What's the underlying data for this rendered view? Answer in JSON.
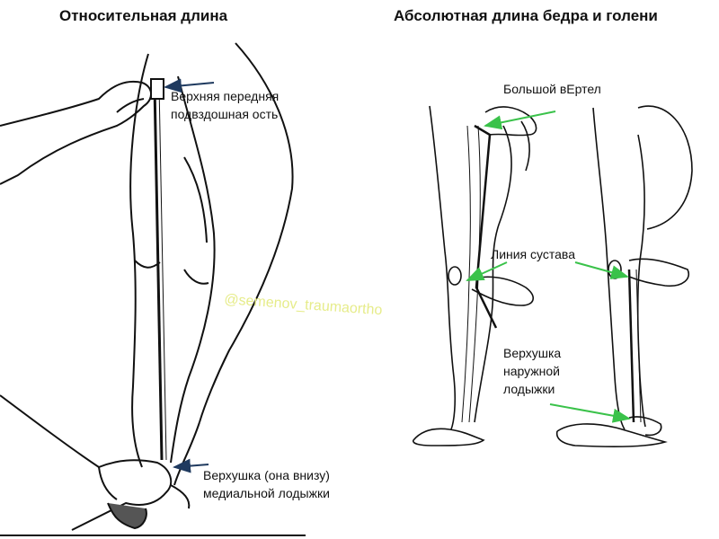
{
  "titles": {
    "left": "Относительная длина",
    "right": "Абсолютная длина бедра и голени"
  },
  "labels": {
    "asis_line1": "Верхняя передняя",
    "asis_line2": "подвздошная ость",
    "medial_malleolus_line1": "Верхушка (она внизу)",
    "medial_malleolus_line2": "медиальной лодыжки",
    "greater_trochanter": "Большой вЕртел",
    "joint_line": "Линия сустава",
    "lateral_malleolus_line1": "Верхушка",
    "lateral_malleolus_line2": "наружной",
    "lateral_malleolus_line3": "лодыжки"
  },
  "watermark": "@semenov_traumaortho",
  "colors": {
    "dark_arrow": "#1f3a5f",
    "green_arrow": "#3ac24a",
    "watermark": "#e6ec8a"
  }
}
